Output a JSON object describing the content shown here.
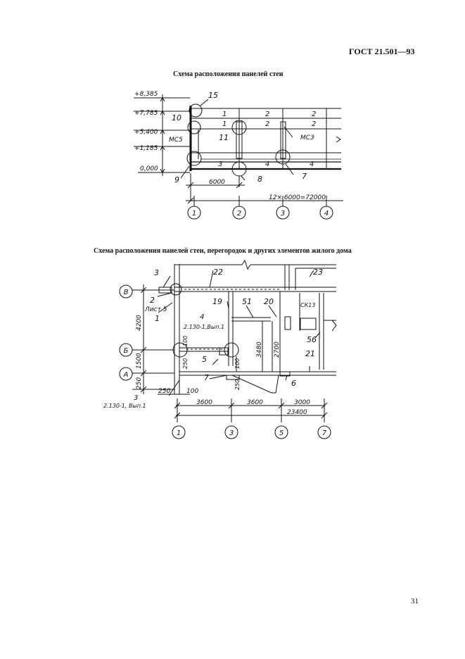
{
  "header": {
    "standard": "ГОСТ 21.501—93"
  },
  "page_number": "31",
  "scheme1": {
    "title": "Схема расположения панелей стен",
    "levels": [
      "+8,385",
      "+7,785",
      "+5,400",
      "+1,185",
      "0,000"
    ],
    "wall_marks": {
      "mc5": "МС5",
      "mc3": "МС3"
    },
    "row1": [
      "1",
      "2",
      "2"
    ],
    "row2": [
      "1",
      "2",
      "2"
    ],
    "row3": [
      "3",
      "4",
      "4"
    ],
    "callouts": [
      "15",
      "10",
      "11",
      "9",
      "8",
      "7"
    ],
    "dims": {
      "bay": "6000",
      "total": "12× 6000=72000"
    },
    "axes": [
      "1",
      "2",
      "3",
      "4"
    ]
  },
  "scheme2": {
    "title": "Схема расположения панелей стен, перегородок и других элементов жилого дома",
    "rows": [
      "В",
      "Б",
      "А"
    ],
    "vdims": [
      "4200",
      "1500",
      "250"
    ],
    "left_refs": {
      "n3": "3",
      "n2": "2",
      "sheet": "Лист 5",
      "n1": "1"
    },
    "labels": {
      "n22": "22",
      "n23": "23",
      "n19": "19",
      "n51": "51",
      "n20": "20",
      "ck13": "СК13",
      "n4": "4",
      "ref4": "2.130-1,Вып.1",
      "n56": "56",
      "n21": "21",
      "n5": "5",
      "n7": "7",
      "n6": "6",
      "d100a": "100",
      "d250a": "250",
      "d100b": "100",
      "d250b": "250",
      "d3480": "3480",
      "d2700": "2700",
      "d250c": "250",
      "d100c": "100"
    },
    "bottom_ref": {
      "n": "3",
      "ref": "2.130-1, Вып.1"
    },
    "hdims": [
      "3600",
      "3600",
      "3000"
    ],
    "total": "23400",
    "axes": [
      "1",
      "3",
      "5",
      "7"
    ]
  }
}
